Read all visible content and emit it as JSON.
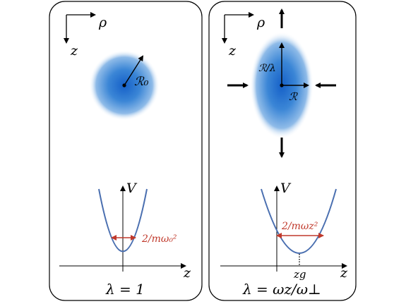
{
  "left_panel": {
    "axis_rho": "ρ",
    "axis_z": "z",
    "radius_label": "ℛ₀",
    "potential_label": "V",
    "width_label": "2/mω₀²",
    "zaxis_label": "z",
    "caption": "λ = 1"
  },
  "right_panel": {
    "axis_rho": "ρ",
    "axis_z": "z",
    "vertical_radius_label": "ℛ/λ",
    "horizontal_radius_label": "ℛ",
    "potential_label": "V",
    "width_label": "2/mωz²",
    "zg_label": "zg",
    "zaxis_label": "z",
    "caption": "λ = ωz/ω⊥"
  },
  "colors": {
    "curve": "#4a6fb0",
    "arrow_red": "#c0392b",
    "cloud": "#1f6fcf"
  }
}
